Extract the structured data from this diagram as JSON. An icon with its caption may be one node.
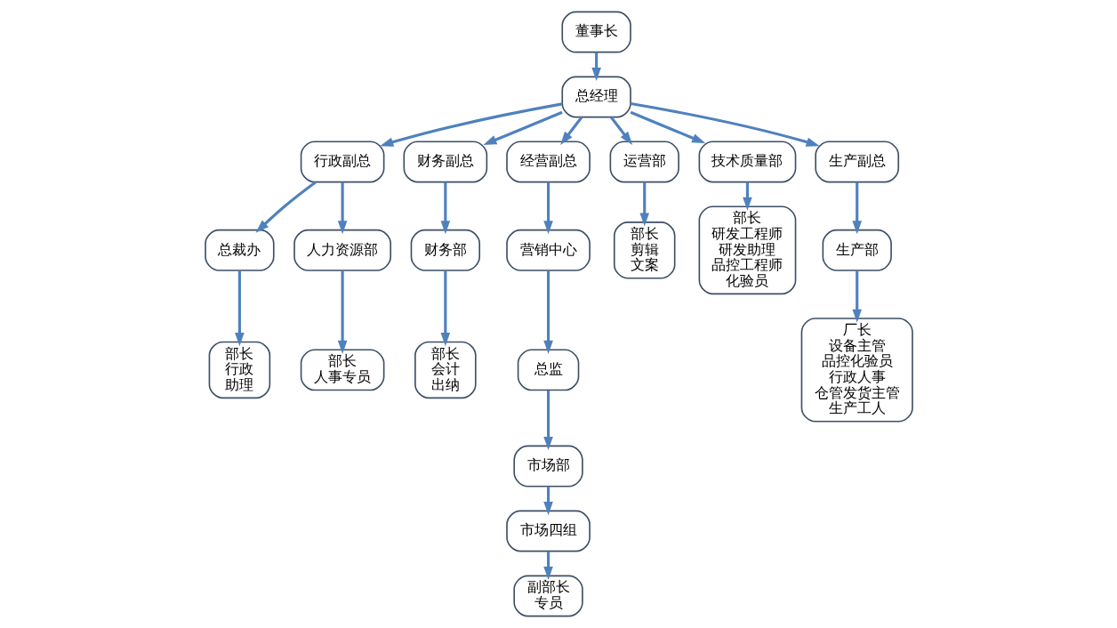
{
  "diagram": {
    "nodes": [
      {
        "text": [
          "董事长"
        ]
      },
      {
        "text": [
          "总经理"
        ]
      },
      {
        "text": [
          "行政副总"
        ]
      },
      {
        "text": [
          "财务副总"
        ]
      },
      {
        "text": [
          "经营副总"
        ]
      },
      {
        "text": [
          "运营部"
        ]
      },
      {
        "text": [
          "技术质量部"
        ]
      },
      {
        "text": [
          "生产副总"
        ]
      },
      {
        "text": [
          "总裁办"
        ]
      },
      {
        "text": [
          "人力资源部"
        ]
      },
      {
        "text": [
          "财务部"
        ]
      },
      {
        "text": [
          "营销中心"
        ]
      },
      {
        "text": [
          "部长",
          "剪辑",
          "文案"
        ]
      },
      {
        "text": [
          "部长",
          "研发工程师",
          "研发助理",
          "品控工程师",
          "化验员"
        ]
      },
      {
        "text": [
          "生产部"
        ]
      },
      {
        "text": [
          "部长",
          "行政",
          "助理"
        ]
      },
      {
        "text": [
          "部长",
          "人事专员"
        ]
      },
      {
        "text": [
          "部长",
          "会计",
          "出纳"
        ]
      },
      {
        "text": [
          "总监"
        ]
      },
      {
        "text": [
          "厂长",
          "设备主管",
          "品控化验员",
          "行政人事",
          "仓管发货主管",
          "生产工人"
        ]
      },
      {
        "text": [
          "市场部"
        ]
      },
      {
        "text": [
          "市场四组"
        ]
      },
      {
        "text": [
          "副部长",
          "专员"
        ]
      }
    ],
    "edges": [
      {
        "from": 0,
        "to": 1,
        "arrow": "to"
      },
      {
        "from": 1,
        "to": 2,
        "arrow": "to"
      },
      {
        "from": 1,
        "to": 3,
        "arrow": "to"
      },
      {
        "from": 1,
        "to": 4,
        "arrow": "to"
      },
      {
        "from": 1,
        "to": 5,
        "arrow": "to"
      },
      {
        "from": 1,
        "to": 6,
        "arrow": "to"
      },
      {
        "from": 1,
        "to": 7,
        "arrow": "to"
      },
      {
        "from": 2,
        "to": 8,
        "arrow": "to"
      },
      {
        "from": 2,
        "to": 9,
        "arrow": "to"
      },
      {
        "from": 3,
        "to": 10,
        "arrow": "to"
      },
      {
        "from": 4,
        "to": 11,
        "arrow": "to"
      },
      {
        "from": 5,
        "to": 12,
        "arrow": "to"
      },
      {
        "from": 6,
        "to": 13,
        "arrow": "to"
      },
      {
        "from": 7,
        "to": 14,
        "arrow": "to"
      },
      {
        "from": 8,
        "to": 15,
        "arrow": "to"
      },
      {
        "from": 9,
        "to": 16,
        "arrow": "to"
      },
      {
        "from": 10,
        "to": 17,
        "arrow": "to"
      },
      {
        "from": 11,
        "to": 18,
        "arrow": "to"
      },
      {
        "from": 14,
        "to": 19,
        "arrow": "to"
      },
      {
        "from": 18,
        "to": 20,
        "arrow": "to"
      },
      {
        "from": 20,
        "to": 21,
        "arrow": "to"
      },
      {
        "from": 21,
        "to": 22,
        "arrow": "to"
      }
    ]
  }
}
